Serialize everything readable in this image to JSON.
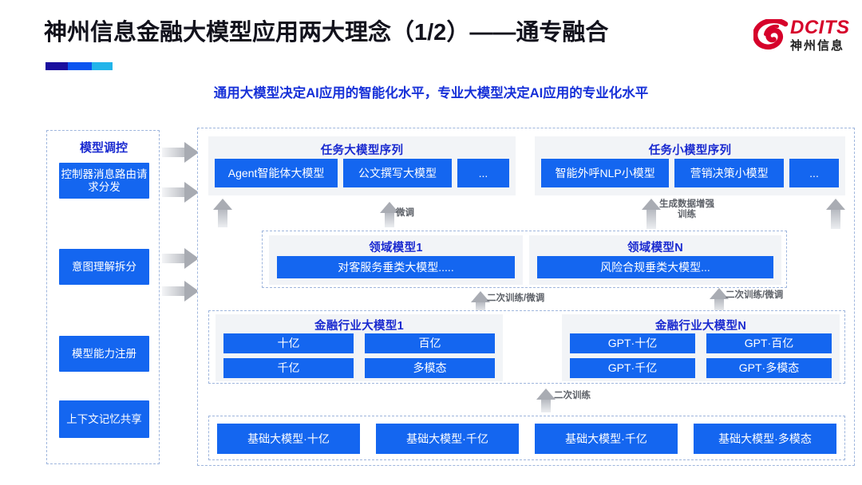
{
  "header": {
    "title": "神州信息金融大模型应用两大理念（1/2）——通专融合",
    "logo": {
      "en": "DCITS",
      "cn": "神州信息"
    },
    "subtitle": "通用大模型决定AI应用的智能化水平，专业大模型决定AI应用的专业化水平",
    "accent_colors": [
      "#1a0f9e",
      "#0a54f0",
      "#21b4ea"
    ],
    "title_color": "#12121c",
    "subtitle_color": "#1630d8",
    "logo_color": "#d6012a"
  },
  "theme": {
    "box_blue": "#1466f0",
    "group_title_blue": "#1a2ad0",
    "panel_grey": "#f2f4f7",
    "dash_border": "#9fb6dd",
    "arrow_grey": "#a9acb3"
  },
  "sidebar": {
    "title": "模型调控",
    "items": [
      {
        "label": "控制器消息路由请求分发"
      },
      {
        "label": "意图理解拆分"
      },
      {
        "label": "模型能力注册"
      },
      {
        "label": "上下文记忆共享"
      }
    ]
  },
  "sequences": [
    {
      "title": "任务大模型序列",
      "items": [
        "Agent智能体大模型",
        "公文撰写大模型",
        "..."
      ]
    },
    {
      "title": "任务小模型序列",
      "items": [
        "智能外呼NLP小模型",
        "营销决策小模型",
        "..."
      ]
    }
  ],
  "domain_models": [
    {
      "title": "领域模型1",
      "item": "对客服务垂类大模型....."
    },
    {
      "title": "领域模型N",
      "item": "风险合规垂类大模型..."
    }
  ],
  "finance_models": [
    {
      "title": "金融行业大模型1",
      "items": [
        "十亿",
        "百亿",
        "千亿",
        "多模态"
      ]
    },
    {
      "title": "金融行业大模型N",
      "items": [
        "GPT·十亿",
        "GPT·百亿",
        "GPT·千亿",
        "GPT·多模态"
      ]
    }
  ],
  "base_models": {
    "items": [
      "基础大模型·十亿",
      "基础大模型·千亿",
      "基础大模型·千亿",
      "基础大模型·多模态"
    ]
  },
  "arrow_labels": {
    "fine_tune": "微调",
    "retrain_fine_tune_left": "二次训练/微调",
    "retrain_fine_tune_right": "二次训练/微调",
    "data_augment": "生成数据增强\n训练",
    "retrain": "二次训练"
  }
}
